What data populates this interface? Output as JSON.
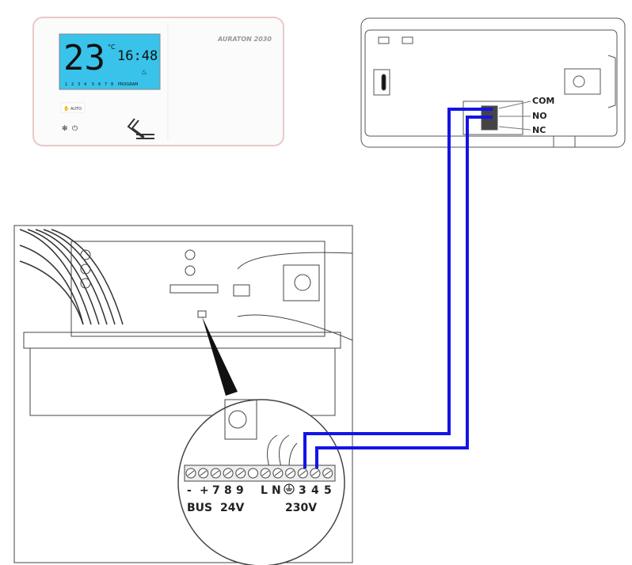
{
  "thermostat": {
    "brand": "AURATON 2030",
    "temperature": "23",
    "unit": "°C",
    "time": "16:48",
    "days": [
      "1",
      "2",
      "3",
      "4",
      "5",
      "6",
      "7",
      "8"
    ],
    "program_label": "PROGRAM",
    "auto_label": "AUTO"
  },
  "receiver": {
    "terminals": [
      "COM",
      "NO",
      "NC"
    ]
  },
  "boiler": {
    "terminal_labels": [
      "-",
      "+",
      "7",
      "8",
      "9",
      "L",
      "N",
      "3",
      "4",
      "5"
    ],
    "group_labels": {
      "bus": "BUS",
      "low": "24V",
      "mains": "230V"
    }
  },
  "colors": {
    "wire": "#1414e6",
    "lcd": "#39c3ea"
  }
}
